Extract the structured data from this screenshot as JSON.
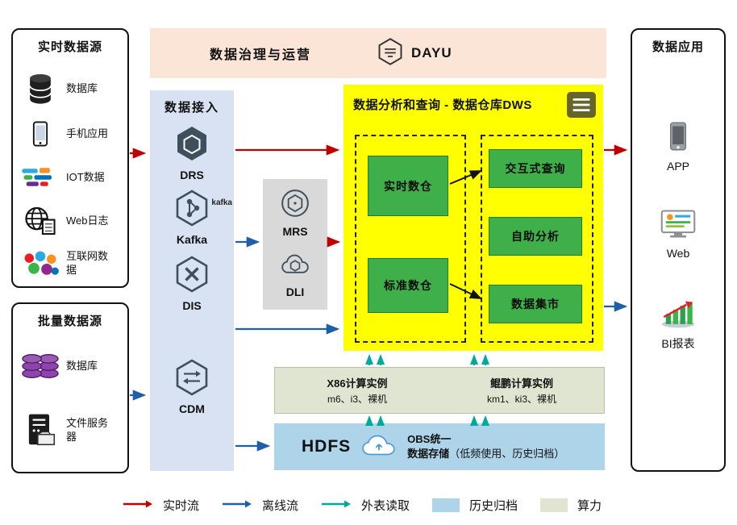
{
  "colors": {
    "realtime_flow": "#c00000",
    "offline_flow": "#1f5fa8",
    "external_read": "#00a99d",
    "dws_bg": "#ffff00",
    "module_green": "#3fb049",
    "governance_bg": "#fbe5d6",
    "ingestion_bg": "#d9e2f3",
    "middleware_bg": "#d9d9d9",
    "compute_bg": "#dfe5d0",
    "storage_bg": "#aed4ea"
  },
  "realtime_sources": {
    "title": "实时数据源",
    "items": [
      {
        "icon": "database-icon",
        "label": "数据库"
      },
      {
        "icon": "phone-icon",
        "label": "手机应用"
      },
      {
        "icon": "iot-icon",
        "label": "IOT数据"
      },
      {
        "icon": "weblog-icon",
        "label": "Web日志"
      },
      {
        "icon": "internet-icon",
        "label": "互联网数据"
      }
    ]
  },
  "batch_sources": {
    "title": "批量数据源",
    "items": [
      {
        "icon": "database-purple-icon",
        "label": "数据库"
      },
      {
        "icon": "file-server-icon",
        "label": "文件服务器"
      }
    ]
  },
  "governance": {
    "title": "数据治理与运营",
    "logo_text": "DAYU"
  },
  "ingestion": {
    "title": "数据接入",
    "kafka_wordmark": "kafka",
    "items": [
      {
        "label": "DRS"
      },
      {
        "label": "Kafka"
      },
      {
        "label": "DIS"
      },
      {
        "label": "CDM"
      }
    ]
  },
  "middleware": {
    "items": [
      {
        "label": "MRS"
      },
      {
        "label": "DLI"
      }
    ]
  },
  "dws": {
    "title": "数据分析和查询 - 数据仓库DWS",
    "warehouses": [
      {
        "label": "实时数仓"
      },
      {
        "label": "标准数仓"
      }
    ],
    "services": [
      {
        "label": "交互式查询"
      },
      {
        "label": "自助分析"
      },
      {
        "label": "数据集市"
      }
    ]
  },
  "compute": {
    "groups": [
      {
        "title": "X86计算实例",
        "subtitle": "m6、i3、裸机"
      },
      {
        "title": "鲲鹏计算实例",
        "subtitle": "km1、ki3、裸机"
      }
    ]
  },
  "storage": {
    "hdfs_label": "HDFS",
    "obs_line1": "OBS统一",
    "obs_line2": "数据存储",
    "obs_note": "（低频使用、历史归档）"
  },
  "applications": {
    "title": "数据应用",
    "items": [
      {
        "icon": "app-phone-icon",
        "label": "APP"
      },
      {
        "icon": "web-monitor-icon",
        "label": "Web"
      },
      {
        "icon": "bi-report-icon",
        "label": "BI报表"
      }
    ]
  },
  "legend": {
    "realtime": "实时流",
    "offline": "离线流",
    "external": "外表读取",
    "archive": "历史归档",
    "compute": "算力"
  }
}
